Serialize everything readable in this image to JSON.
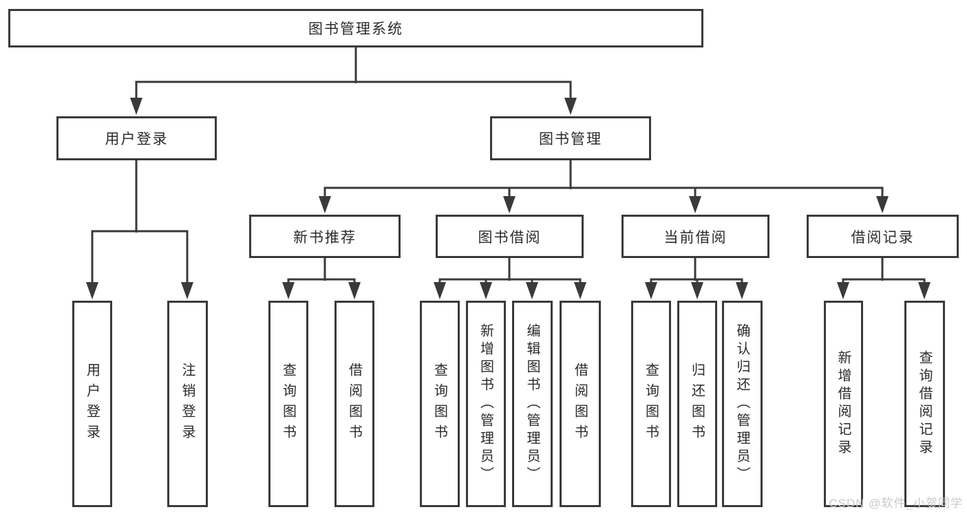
{
  "tree": {
    "root": {
      "label": "图书管理系统",
      "children": [
        {
          "label": "用户登录",
          "children": [
            {
              "label": "用户登录"
            },
            {
              "label": "注销登录"
            }
          ]
        },
        {
          "label": "图书管理",
          "children": [
            {
              "label": "新书推荐",
              "children": [
                {
                  "label": "查询图书"
                },
                {
                  "label": "借阅图书"
                }
              ]
            },
            {
              "label": "图书借阅",
              "children": [
                {
                  "label": "查询图书"
                },
                {
                  "label": "新增图书（管理员）"
                },
                {
                  "label": "编辑图书（管理员）"
                },
                {
                  "label": "借阅图书"
                }
              ]
            },
            {
              "label": "当前借阅",
              "children": [
                {
                  "label": "查询图书"
                },
                {
                  "label": "归还图书"
                },
                {
                  "label": "确认归还（管理员）"
                }
              ]
            },
            {
              "label": "借阅记录",
              "children": [
                {
                  "label": "新增借阅记录"
                },
                {
                  "label": "查询借阅记录"
                }
              ]
            }
          ]
        }
      ]
    }
  },
  "watermark": {
    "text": "CSDN @软件_小贺同学"
  },
  "colors": {
    "line": "#3a3a3a",
    "text": "#2b2b2b",
    "bg": "#ffffff",
    "watermark": "#c9c9c9"
  }
}
